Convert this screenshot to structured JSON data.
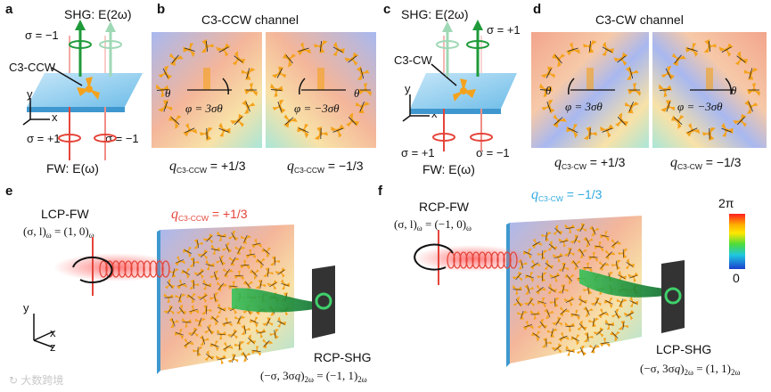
{
  "panel_letters": {
    "a": "a",
    "b": "b",
    "c": "c",
    "d": "d",
    "e": "e",
    "f": "f"
  },
  "panel_a": {
    "shg_label": "SHG: E(2ω)",
    "sigma_top": "σ = −1",
    "structure_label": "C3-CCW",
    "axis_y": "y",
    "axis_x": "x",
    "sigma_bottom_left": "σ = +1",
    "sigma_bottom_right": "σ = −1",
    "fw_label": "FW: E(ω)"
  },
  "panel_b": {
    "title": "C3-CCW channel",
    "theta": "θ",
    "phi_left": "φ = 3σθ",
    "phi_right": "φ = −3σθ",
    "q_symbol": "q",
    "q_sub": "C3-CCW",
    "q_left_value": " = +1/3",
    "q_right_value": " = −1/3"
  },
  "panel_c": {
    "shg_label": "SHG: E(2ω)",
    "sigma_top": "σ = +1",
    "structure_label": "C3-CW",
    "axis_y": "y",
    "axis_x": "x",
    "sigma_bottom_left": "σ = +1",
    "sigma_bottom_right": "σ = −1",
    "fw_label": "FW: E(ω)"
  },
  "panel_d": {
    "title": "C3-CW channel",
    "theta": "θ",
    "phi_left": "φ = 3σθ",
    "phi_right": "φ = −3σθ",
    "q_symbol": "q",
    "q_sub": "C3-CW",
    "q_left_value": " = +1/3",
    "q_right_value": " = −1/3"
  },
  "panel_e": {
    "input_label": "LCP-FW",
    "input_state_prefix": "(σ, l)",
    "input_state_sub": "ω",
    "input_state_eq": " = (1, 0)",
    "input_state_sub2": "ω",
    "q_symbol": "q",
    "q_sub": "C3-CCW",
    "q_value": " = +1/3",
    "axis_y": "y",
    "axis_x": "x",
    "axis_z": "z",
    "output_label": "RCP-SHG",
    "output_state_prefix": "(−σ, 3σ",
    "output_state_q": "q",
    "output_state_close": ")",
    "output_state_sub": "2ω",
    "output_state_eq": " = (−1, 1)",
    "output_state_sub2": "2ω"
  },
  "panel_f": {
    "input_label": "RCP-FW",
    "input_state_prefix": "(σ, l)",
    "input_state_sub": "ω",
    "input_state_eq": " = (−1, 0)",
    "input_state_sub2": "ω",
    "q_symbol": "q",
    "q_sub": "C3-CW",
    "q_value": " = −1/3",
    "output_label": "LCP-SHG",
    "output_state_prefix": "(−σ, 3σ",
    "output_state_q": "q",
    "output_state_close": ")",
    "output_state_sub": "2ω",
    "output_state_eq": " = (1, 1)",
    "output_state_sub2": "2ω"
  },
  "colorbar": {
    "max_label": "2π",
    "min_label": "0"
  },
  "watermark": "大数跨境",
  "colors": {
    "red_beam": "#e5453a",
    "green_beam": "#1f9a3a",
    "light_green_beam": "#9fd8b5",
    "orange_structure": "#f4a21c",
    "q_ccw_text": "#e5453a",
    "q_cw_text": "#2fa9e0"
  }
}
